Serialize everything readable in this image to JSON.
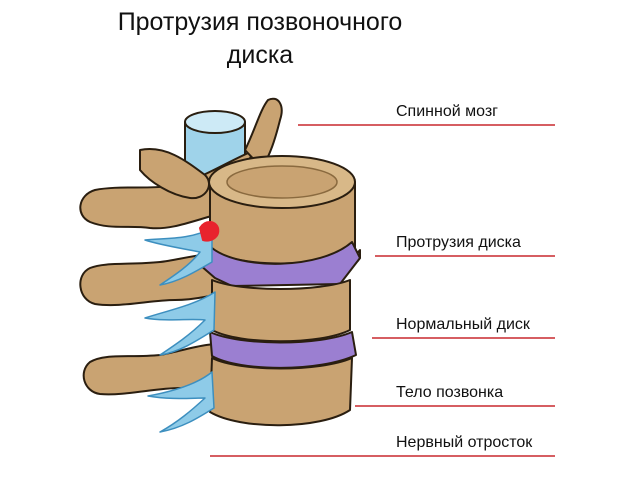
{
  "title": {
    "line1": "Протрузия позвоночного",
    "line2": "диска"
  },
  "labels": [
    {
      "id": "spinal-cord",
      "text": "Спинной мозг"
    },
    {
      "id": "disc-protrusion",
      "text": "Протрузия диска"
    },
    {
      "id": "normal-disc",
      "text": "Нормальный диск"
    },
    {
      "id": "vertebral-body",
      "text": "Тело позвонка"
    },
    {
      "id": "nerve-root",
      "text": "Нервный отросток"
    }
  ],
  "colors": {
    "bone": "#c9a372",
    "bone_dark": "#8a6a3f",
    "disc": "#9b7fd1",
    "disc_dark": "#6a4ea8",
    "nerve": "#8ecbe8",
    "nerve_dark": "#3d8fbf",
    "protrusion": "#e8232d",
    "leader_line": "#c8282f"
  }
}
